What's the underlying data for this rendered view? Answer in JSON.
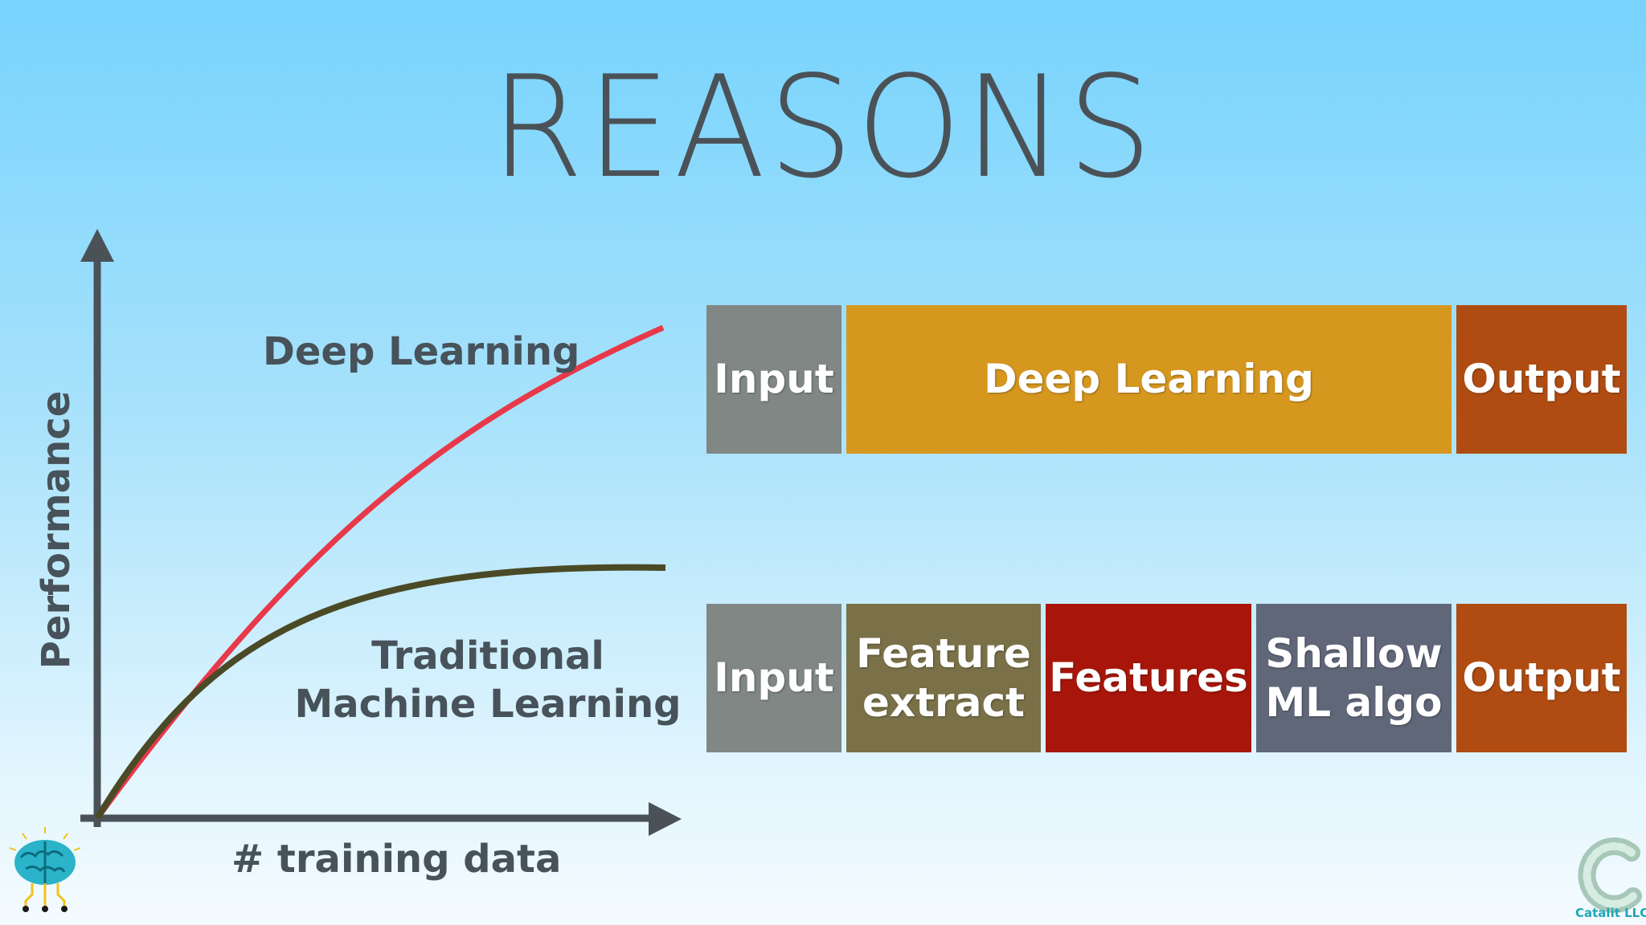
{
  "title": "REASONS",
  "graph": {
    "y_axis_label": "Performance",
    "x_axis_label": "# training data",
    "curves": {
      "deep_learning": {
        "label": "Deep Learning",
        "color": "#e8394a"
      },
      "traditional": {
        "label_line1": "Traditional",
        "label_line2": "Machine Learning",
        "color": "#4b4a26"
      }
    },
    "axis_color": "#4a5258"
  },
  "pipelines": {
    "deep_learning_row": [
      {
        "label": "Input",
        "color": "#808785"
      },
      {
        "label": "Deep Learning",
        "color": "#d6971f"
      },
      {
        "label": "Output",
        "color": "#b04c12"
      }
    ],
    "traditional_row": [
      {
        "label": "Input",
        "color": "#808785"
      },
      {
        "label": "Feature\nextract",
        "color": "#7a7148"
      },
      {
        "label": "Features",
        "color": "#a8160b"
      },
      {
        "label": "Shallow\nML algo",
        "color": "#5f6779"
      },
      {
        "label": "Output",
        "color": "#b04c12"
      }
    ]
  },
  "branding": {
    "right_logo_text": "Catalit LLC"
  }
}
